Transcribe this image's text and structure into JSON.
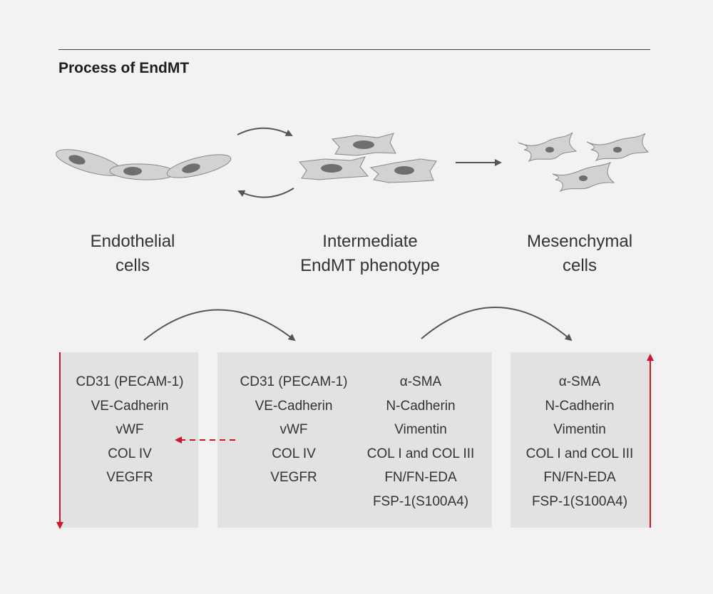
{
  "title": "Process of EndMT",
  "stages": [
    {
      "line1": "Endothelial",
      "line2": "cells"
    },
    {
      "line1": "Intermediate",
      "line2": "EndMT phenotype"
    },
    {
      "line1": "Mesenchymal",
      "line2": "cells"
    }
  ],
  "markers": {
    "endothelial": [
      "CD31 (PECAM-1)",
      "VE-Cadherin",
      "vWF",
      "COL IV",
      "VEGFR"
    ],
    "mesenchymal": [
      "α-SMA",
      "N-Cadherin",
      "Vimentin",
      "COL I and COL III",
      "FN/FN-EDA",
      "FSP-1(S100A4)"
    ]
  },
  "colors": {
    "background": "#f2f2f2",
    "box": "#e2e2e2",
    "cell_fill": "#d2d2d2",
    "nucleus": "#6e6e6e",
    "arrow": "#555555",
    "accent_red": "#d0142c"
  },
  "icons": {
    "decrease": "down-arrow-icon",
    "increase": "up-arrow-icon",
    "partial_loss": "dashed-left-arrow-icon"
  }
}
